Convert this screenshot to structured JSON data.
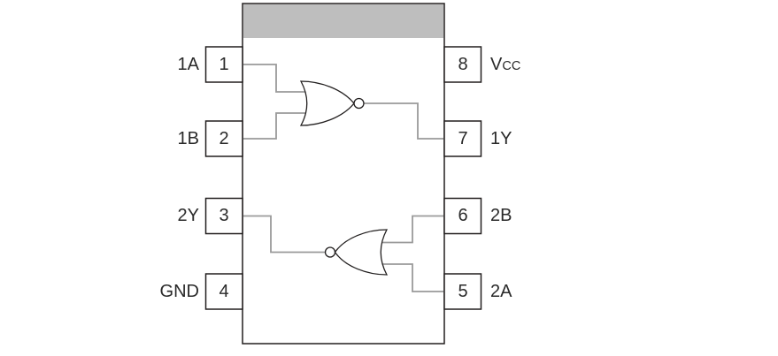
{
  "diagram": {
    "kind": "ic-pinout-logic-diagram",
    "package_pin_count": 8,
    "pins": [
      {
        "number": "1",
        "name": "1A",
        "side": "left"
      },
      {
        "number": "2",
        "name": "1B",
        "side": "left"
      },
      {
        "number": "3",
        "name": "2Y",
        "side": "left"
      },
      {
        "number": "4",
        "name": "GND",
        "side": "left"
      },
      {
        "number": "5",
        "name": "2A",
        "side": "right"
      },
      {
        "number": "6",
        "name": "2B",
        "side": "right"
      },
      {
        "number": "7",
        "name": "1Y",
        "side": "right"
      },
      {
        "number": "8",
        "name": "VCC",
        "name_main": "V",
        "name_sub": "CC",
        "side": "right"
      }
    ],
    "gates": [
      {
        "type": "NOR",
        "orientation": "right",
        "input_pins": [
          "1",
          "2"
        ],
        "output_pin": "7"
      },
      {
        "type": "NOR",
        "orientation": "left",
        "input_pins": [
          "6",
          "5"
        ],
        "output_pin": "3"
      }
    ],
    "colors": {
      "background": "#FFFFFF",
      "band": "#BEBEBE",
      "wire": "#9A9A9A",
      "outline": "#221F1F",
      "text": "#2A2A2A"
    }
  }
}
